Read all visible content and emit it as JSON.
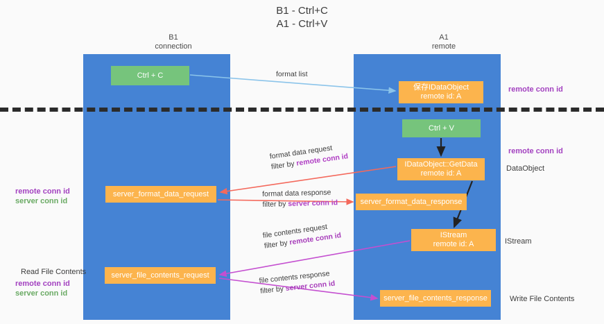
{
  "title": {
    "line1": "B1 - Ctrl+C",
    "line2": "A1 - Ctrl+V"
  },
  "columns": [
    {
      "name": "B1",
      "role": "connection"
    },
    {
      "name": "A1",
      "role": "remote"
    }
  ],
  "nodes": {
    "ctrl_c": "Ctrl + C",
    "ctrl_v": "Ctrl + V",
    "idataobject_line1": "保存IDataObject",
    "idataobject_line2": "remote id: A",
    "getdata_line1": "IDataObject::GetData",
    "getdata_line2": "remote id: A",
    "istream_line1": "IStream",
    "istream_line2": "remote id: A",
    "server_format_data_request": "server_format_data_request",
    "server_format_data_response": "server_format_data_response",
    "server_file_contents_request": "server_file_contents_request",
    "server_file_contents_response": "server_file_contents_response"
  },
  "edges": {
    "format_list": "format list",
    "format_data_request": "format data request",
    "format_data_request_filter_prefix": "filter by ",
    "format_data_request_filter_key": "remote conn id",
    "format_data_response": "format data response",
    "format_data_response_filter_prefix": "filter by ",
    "format_data_response_filter_key": "server conn id",
    "file_contents_request": "file contents request",
    "file_contents_request_filter_prefix": "filter by ",
    "file_contents_request_filter_key": "remote conn id",
    "file_contents_response": "file contents response",
    "file_contents_response_filter_prefix": "filter by ",
    "file_contents_response_filter_key": "server conn id"
  },
  "annotations": {
    "remote_conn_id_top": "remote conn id",
    "remote_conn_id_mid": "remote conn id",
    "dataobject": "DataObject",
    "istream": "IStream",
    "write_file_contents": "Write File Contents",
    "read_file_contents": "Read File Contents",
    "left_remote_conn_id_1": "remote conn id",
    "left_server_conn_id_1": "server conn id",
    "left_remote_conn_id_2": "remote conn id",
    "left_server_conn_id_2": "server conn id"
  },
  "colors": {
    "lane": "#4583d4",
    "box_green": "#76c47c",
    "box_orange": "#fcb44d",
    "accent_purple": "#a342c0",
    "accent_green": "#6aaa64",
    "arrow_blue": "#8bc4ea",
    "arrow_red": "#f4695c",
    "arrow_magenta": "#c44fd0",
    "arrow_dark": "#222222",
    "divider": "#2b2b2b",
    "background": "#fafafa"
  }
}
